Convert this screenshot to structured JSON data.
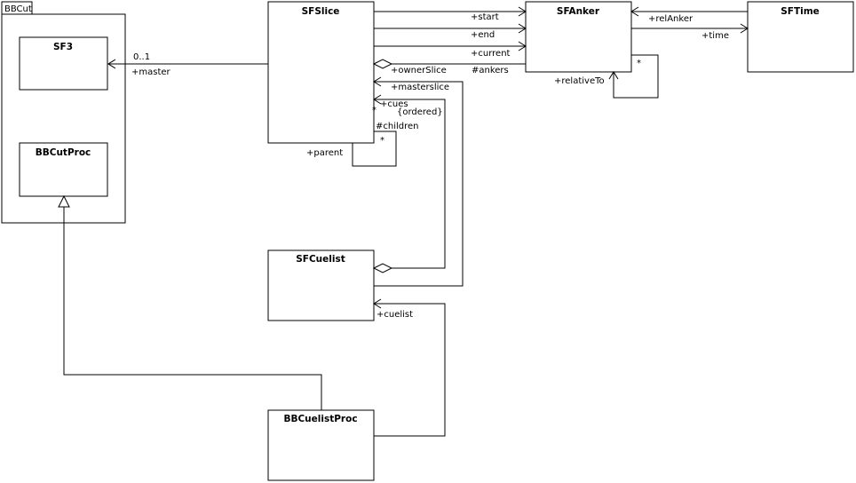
{
  "package": {
    "name": "BBCut"
  },
  "classes": {
    "sf3": "SF3",
    "bbcutproc": "BBCutProc",
    "sfslice": "SFSlice",
    "sfanker": "SFAnker",
    "sftime": "SFTime",
    "sfcuelist": "SFCuelist",
    "bbcuelistproc": "BBCuelistProc"
  },
  "labels": {
    "master_mult": "0..1",
    "master": "+master",
    "start": "+start",
    "end": "+end",
    "current": "+current",
    "ownerslice": "+ownerSlice",
    "ankers": "#ankers",
    "relanker": "+relAnker",
    "time": "+time",
    "relativeto": "+relativeTo",
    "relativeto_mult": "*",
    "masterslice": "+masterslice",
    "cues_mult": "*",
    "cues": "+cues",
    "ordered": "{ordered}",
    "children": "#children",
    "children_mult": "*",
    "parent": "+parent",
    "cuelist": "+cuelist"
  }
}
